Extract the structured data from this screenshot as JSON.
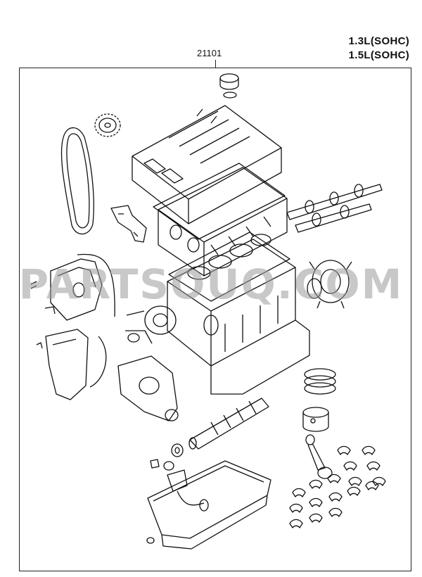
{
  "diagram": {
    "engine_spec_1": "1.3L(SOHC)",
    "engine_spec_2": "1.5L(SOHC)",
    "part_number": "21101"
  },
  "watermark": {
    "text": "PARTSOUQ.COM",
    "color": "#9c9c9c"
  },
  "colors": {
    "line": "#111111",
    "background": "#ffffff"
  }
}
